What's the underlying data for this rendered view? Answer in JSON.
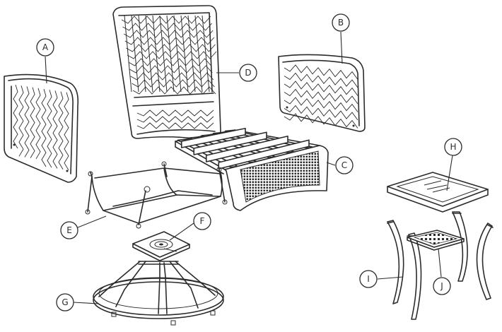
{
  "parts": [
    {
      "id": "A",
      "label": "A"
    },
    {
      "id": "B",
      "label": "B"
    },
    {
      "id": "C",
      "label": "C"
    },
    {
      "id": "D",
      "label": "D"
    },
    {
      "id": "E",
      "label": "E"
    },
    {
      "id": "F",
      "label": "F"
    },
    {
      "id": "G",
      "label": "G"
    },
    {
      "id": "H",
      "label": "H"
    },
    {
      "id": "I",
      "label": "I"
    },
    {
      "id": "J",
      "label": "J"
    }
  ]
}
